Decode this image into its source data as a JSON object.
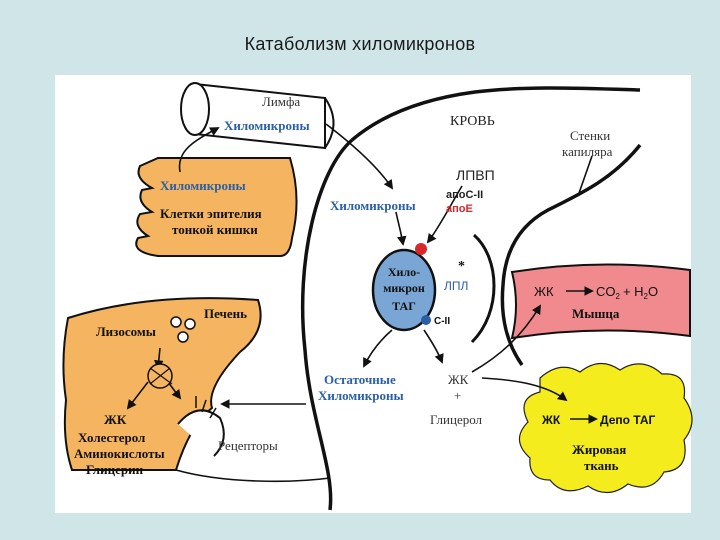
{
  "title": "Катаболизм хиломикронов",
  "labels": {
    "lymph": "Лимфа",
    "chylo_lymph": "Хиломикроны",
    "blood": "КРОВЬ",
    "capillary_1": "Стенки",
    "capillary_2": "капиляра",
    "hdl": "ЛПВП",
    "apoc2": "апоC-II",
    "apoe": "апоЕ",
    "chylo_blood": "Хиломикроны",
    "chylo_intestine": "Хиломикроны",
    "epithelium_1": "Клетки эпителия",
    "epithelium_2": "тонкой кишки",
    "particle_1": "Хило-",
    "particle_2": "микрон",
    "particle_3": "ТАГ",
    "c2_small": "C-II",
    "lpl": "ЛПЛ",
    "star": "*",
    "muscle_eq_fa": "ЖК",
    "muscle_eq_co2": "CO",
    "muscle_eq_sub2": "2",
    "muscle_eq_plus": "+ H",
    "muscle_eq_sub2b": "2",
    "muscle_eq_o": "O",
    "muscle": "Мышца",
    "lysosomes": "Лизосомы",
    "liver": "Печень",
    "liver_fa": "ЖК",
    "liver_chol": "Холестерол",
    "liver_aa": "Аминокислоты",
    "liver_gly": "Глицерин",
    "receptors": "Рецепторы",
    "remnant_1": "Остаточные",
    "remnant_2": "Хиломикроны",
    "fa_gly_1": "ЖК",
    "fa_gly_2": "+",
    "fa_gly_3": "Глицерол",
    "adipose_fa": "ЖК",
    "adipose_depot": "Депо ТАГ",
    "adipose_1": "Жировая",
    "adipose_2": "ткань"
  },
  "colors": {
    "background": "#cfe5e8",
    "orange": "#f5b460",
    "blue_text": "#2b5fa6",
    "red": "#d8282a",
    "pink": "#f08a8e",
    "yellow": "#f4ec1c",
    "particle": "#7aa6d6"
  }
}
